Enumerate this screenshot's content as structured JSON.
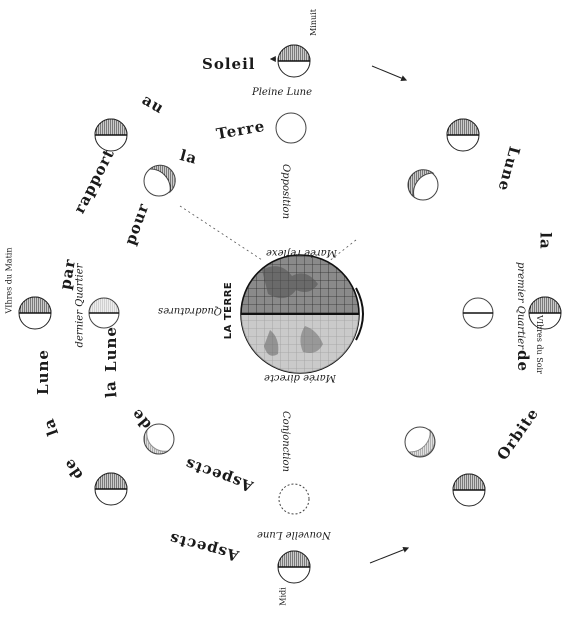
{
  "earth": {
    "label": "LA TERRE",
    "tide_top": "Marée reflexe",
    "tide_bottom": "Marée directe"
  },
  "orbit_text": {
    "upper_left": [
      "Soleil",
      "au",
      "rapport",
      "par",
      "Lune"
    ],
    "inner_upper_left": [
      "la",
      "Terre",
      "pour"
    ],
    "lower_left": [
      "la",
      "de",
      "Aspects",
      "Aspects"
    ],
    "inner_lower_left": [
      "la",
      "Lune",
      "de"
    ],
    "right": [
      "Lune",
      "la",
      "de",
      "Orbite"
    ]
  },
  "phases": {
    "full_moon": "Pleine Lune",
    "opposition": "Opposition",
    "new_moon": "Nouvelle Lune",
    "conjunction": "Conjonction",
    "last_quarter": "dernier Quartier",
    "first_quarter": "premier Quartier",
    "quadratures": "Quadratures"
  },
  "times": {
    "midnight": "Minuit",
    "noon": "Midi",
    "morning": "VIhres du Matin",
    "evening": "VIhres du Soir"
  }
}
